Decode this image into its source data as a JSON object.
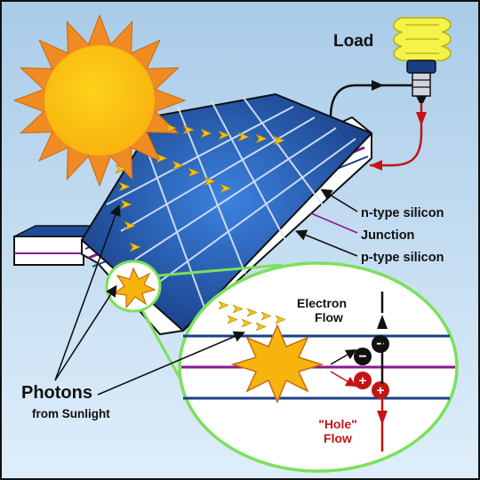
{
  "labels": {
    "load": "Load",
    "n_type": "n-type silicon",
    "junction": "Junction",
    "p_type": "p-type silicon",
    "photons": "Photons",
    "from_sunlight": "from Sunlight",
    "electron": "Electron",
    "flow_e": "Flow",
    "hole": "\"Hole\"",
    "flow_h": "Flow"
  },
  "charges": {
    "electron": "−",
    "hole": "+"
  },
  "colors": {
    "sky": "#bcd8ee",
    "sun": "#fbbc12",
    "sun_rays": "#f08a22",
    "panel": "#1f4f9e",
    "panel_highlight": "#3c82e0",
    "photon": "#f3c417",
    "inset_outline": "#7be05a",
    "hole_flow": "#c41414",
    "junction": "#8a1a8a"
  }
}
